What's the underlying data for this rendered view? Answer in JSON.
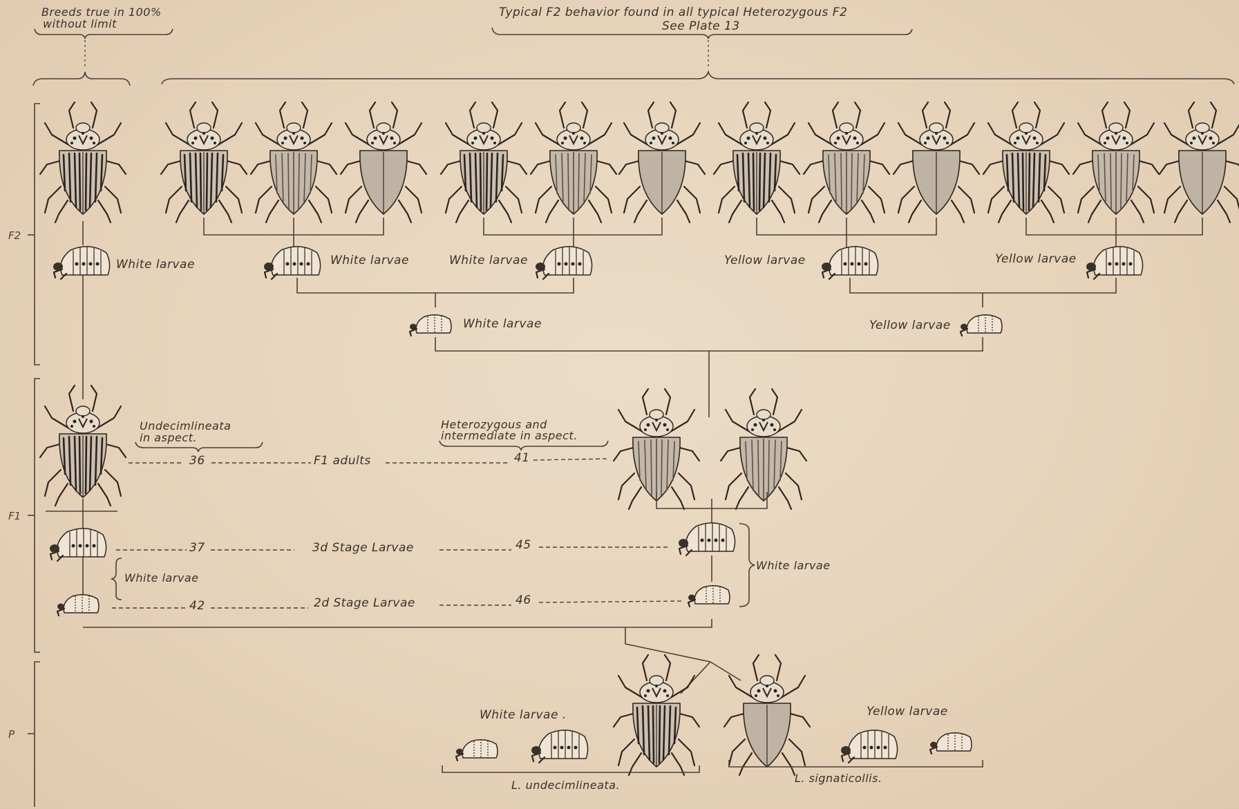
{
  "labels": {
    "breeds_true": "Breeds true in 100%",
    "breeds_true_2": "without limit",
    "typical_f2": "Typical F2 behavior found in all typical Heterozygous F2",
    "see_plate": "See Plate 13",
    "white_larvae": "White larvae",
    "yellow_larvae": "Yellow larvae",
    "undecim_aspect_1": "Undecimlineata",
    "undecim_aspect_2": "in aspect.",
    "hetero_aspect_1": "Heterozygous and",
    "hetero_aspect_2": "intermediate in aspect.",
    "f1_adults": "F1 adults",
    "stage3": "3d Stage Larvae",
    "stage2": "2d Stage Larvae",
    "num_36": "36",
    "num_41": "41",
    "num_37": "37",
    "num_45": "45",
    "num_42": "42",
    "num_46": "46",
    "white_larvae_dot": "White larvae .",
    "l_undecim": "L. undecimlineata.",
    "l_signat": "L. signaticollis."
  },
  "generations": {
    "f2": "F2",
    "f1": "F1",
    "p": "P"
  },
  "colors": {
    "paper": "#e8d6bf",
    "ink": "#2e2620"
  }
}
